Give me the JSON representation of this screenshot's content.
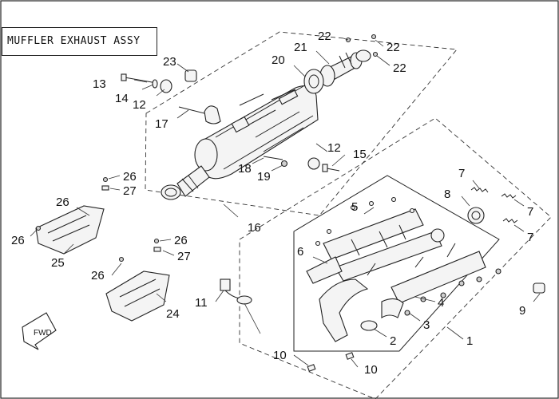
{
  "title": "MUFFLER EXHAUST ASSY",
  "fwd_label": "FWD",
  "callouts": [
    {
      "id": "c1",
      "text": "1"
    },
    {
      "id": "c2",
      "text": "2"
    },
    {
      "id": "c3",
      "text": "3"
    },
    {
      "id": "c4",
      "text": "4"
    },
    {
      "id": "c5",
      "text": "5"
    },
    {
      "id": "c6",
      "text": "6"
    },
    {
      "id": "c7a",
      "text": "7"
    },
    {
      "id": "c7b",
      "text": "7"
    },
    {
      "id": "c7c",
      "text": "7"
    },
    {
      "id": "c8",
      "text": "8"
    },
    {
      "id": "c9",
      "text": "9"
    },
    {
      "id": "c10a",
      "text": "10"
    },
    {
      "id": "c10b",
      "text": "10"
    },
    {
      "id": "c11",
      "text": "11"
    },
    {
      "id": "c12a",
      "text": "12"
    },
    {
      "id": "c12b",
      "text": "12"
    },
    {
      "id": "c13",
      "text": "13"
    },
    {
      "id": "c14",
      "text": "14"
    },
    {
      "id": "c15",
      "text": "15"
    },
    {
      "id": "c16",
      "text": "16"
    },
    {
      "id": "c17",
      "text": "17"
    },
    {
      "id": "c18",
      "text": "18"
    },
    {
      "id": "c19",
      "text": "19"
    },
    {
      "id": "c20",
      "text": "20"
    },
    {
      "id": "c21",
      "text": "21"
    },
    {
      "id": "c22a",
      "text": "22"
    },
    {
      "id": "c22b",
      "text": "22"
    },
    {
      "id": "c22c",
      "text": "22"
    },
    {
      "id": "c23",
      "text": "23"
    },
    {
      "id": "c24",
      "text": "24"
    },
    {
      "id": "c25",
      "text": "25"
    },
    {
      "id": "c26a",
      "text": "26"
    },
    {
      "id": "c26b",
      "text": "26"
    },
    {
      "id": "c26c",
      "text": "26"
    },
    {
      "id": "c26d",
      "text": "26"
    },
    {
      "id": "c26e",
      "text": "26"
    },
    {
      "id": "c27a",
      "text": "27"
    },
    {
      "id": "c27b",
      "text": "27"
    }
  ]
}
